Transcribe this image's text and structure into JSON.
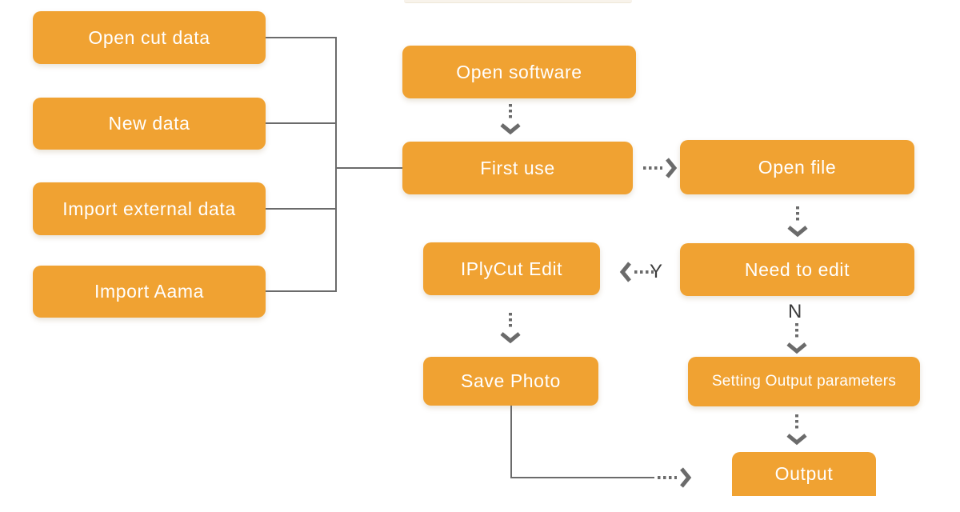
{
  "colors": {
    "node_fill": "#F0A232",
    "node_text": "#FFFFFF",
    "connector": "#6B6B6B",
    "decision_label": "#3D3D3D",
    "cropped_edge": "#F8F3EB"
  },
  "nodes": {
    "open_cut_data": "Open cut data",
    "new_data": "New data",
    "import_external_data": "Import external data",
    "import_aama": "Import Aama",
    "open_software": "Open software",
    "first_use": "First use",
    "open_file": "Open file",
    "need_to_edit": "Need to edit",
    "iplycut_edit": "IPlyCut Edit",
    "save_photo": "Save Photo",
    "setting_output_parameters": "Setting Output parameters",
    "output": "Output"
  },
  "decision_labels": {
    "yes": "Y",
    "no": "N"
  }
}
